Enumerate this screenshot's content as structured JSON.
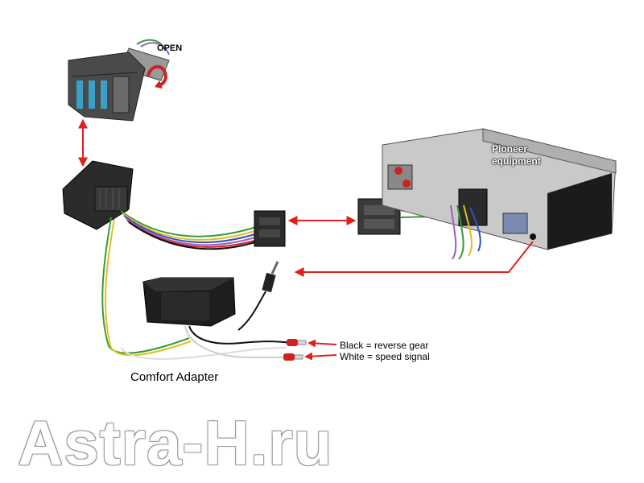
{
  "labels": {
    "open": "OPEN",
    "pioneer_line1": "Pioneer",
    "pioneer_line2": "equipment",
    "comfort_adapter": "Comfort Adapter",
    "black_wire": "Black = reverse gear",
    "white_wire": "White = speed signal",
    "watermark": "Astra-H.ru"
  },
  "colors": {
    "arrow": "#e0201c",
    "connector_dark": "#2b2b2b",
    "head_unit_metal": "#c9c9c9",
    "wire_green": "#3a9a3a",
    "wire_yellow": "#e0c020",
    "wire_blue": "#3050c0",
    "wire_violet": "#9b5fc0",
    "wire_red": "#d02020",
    "wire_black": "#111111",
    "wire_white": "#dddddd"
  },
  "icons": [
    "rotate-arrow-icon"
  ]
}
